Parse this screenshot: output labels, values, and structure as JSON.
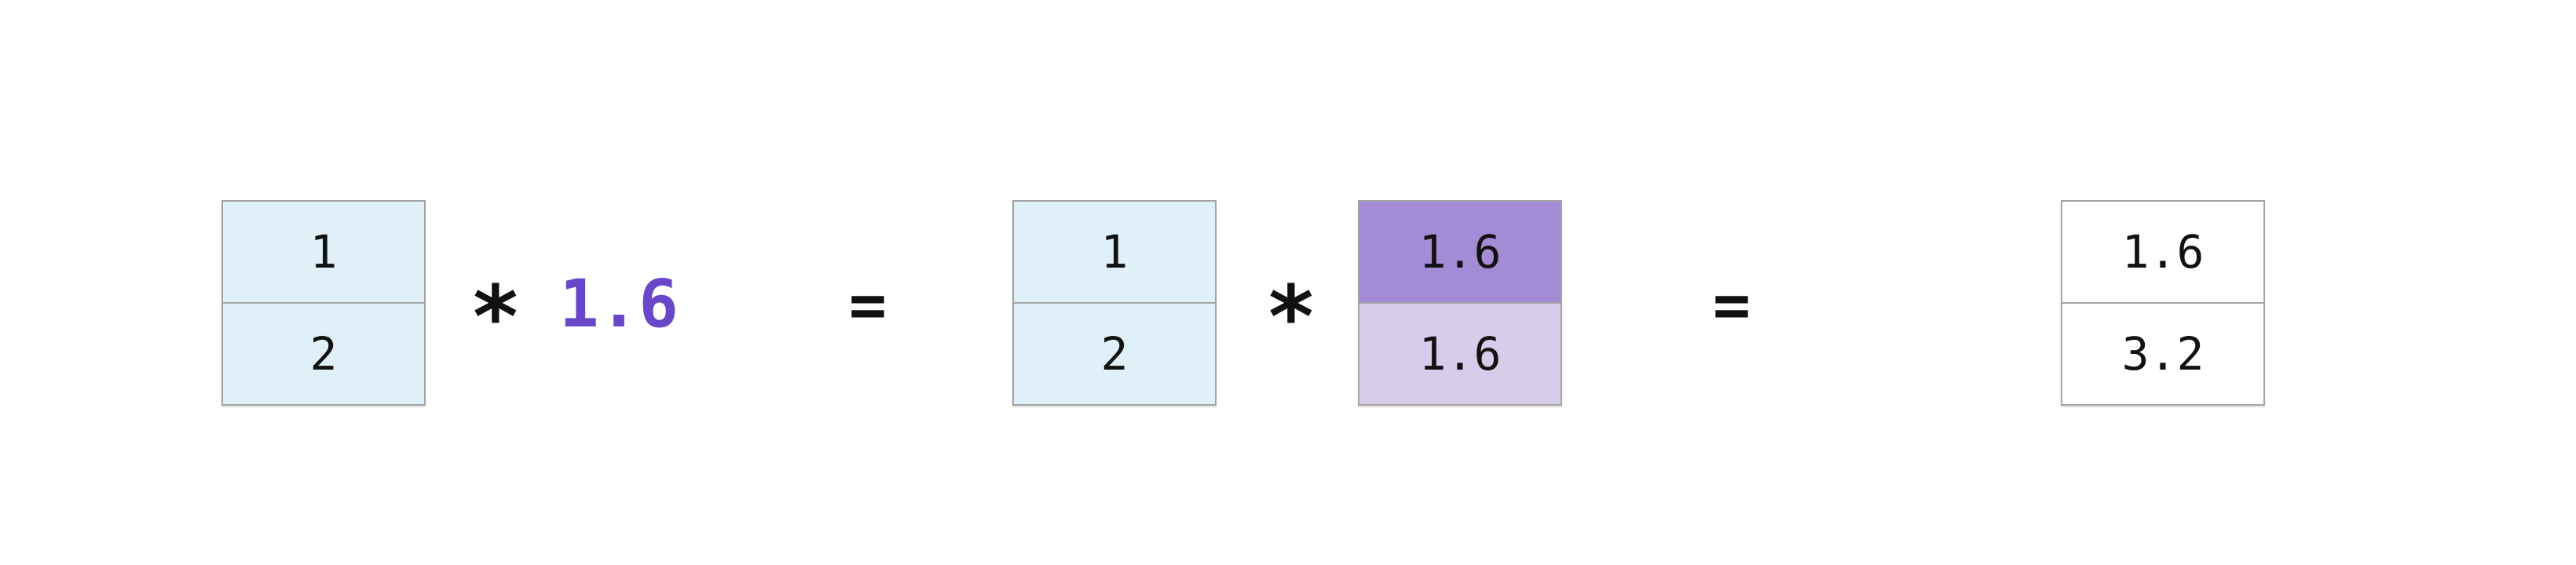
{
  "figure": {
    "lhs": {
      "vector": {
        "rows": [
          "1",
          "2"
        ]
      },
      "multiply": "*",
      "scalar": "1.6"
    },
    "equals_first": "=",
    "middle": {
      "vector": {
        "rows": [
          "1",
          "2"
        ]
      },
      "multiply": "*",
      "broadcast_vector": {
        "rows": [
          "1.6",
          "1.6"
        ]
      }
    },
    "equals_second": "=",
    "result": {
      "vector": {
        "rows": [
          "1.6",
          "3.2"
        ]
      }
    }
  },
  "colors": {
    "background": "#ffffff",
    "input_cell_bg": "#dff0f8",
    "broadcast_top_cell_bg": "#a48bd6",
    "broadcast_bottom_cell_bg": "#d7cdea",
    "result_cell_bg": "#ffffff",
    "cell_border": "#a4a4a4",
    "cell_text": "#111111",
    "operator_text": "#111111",
    "scalar_text": "#6847c8"
  }
}
